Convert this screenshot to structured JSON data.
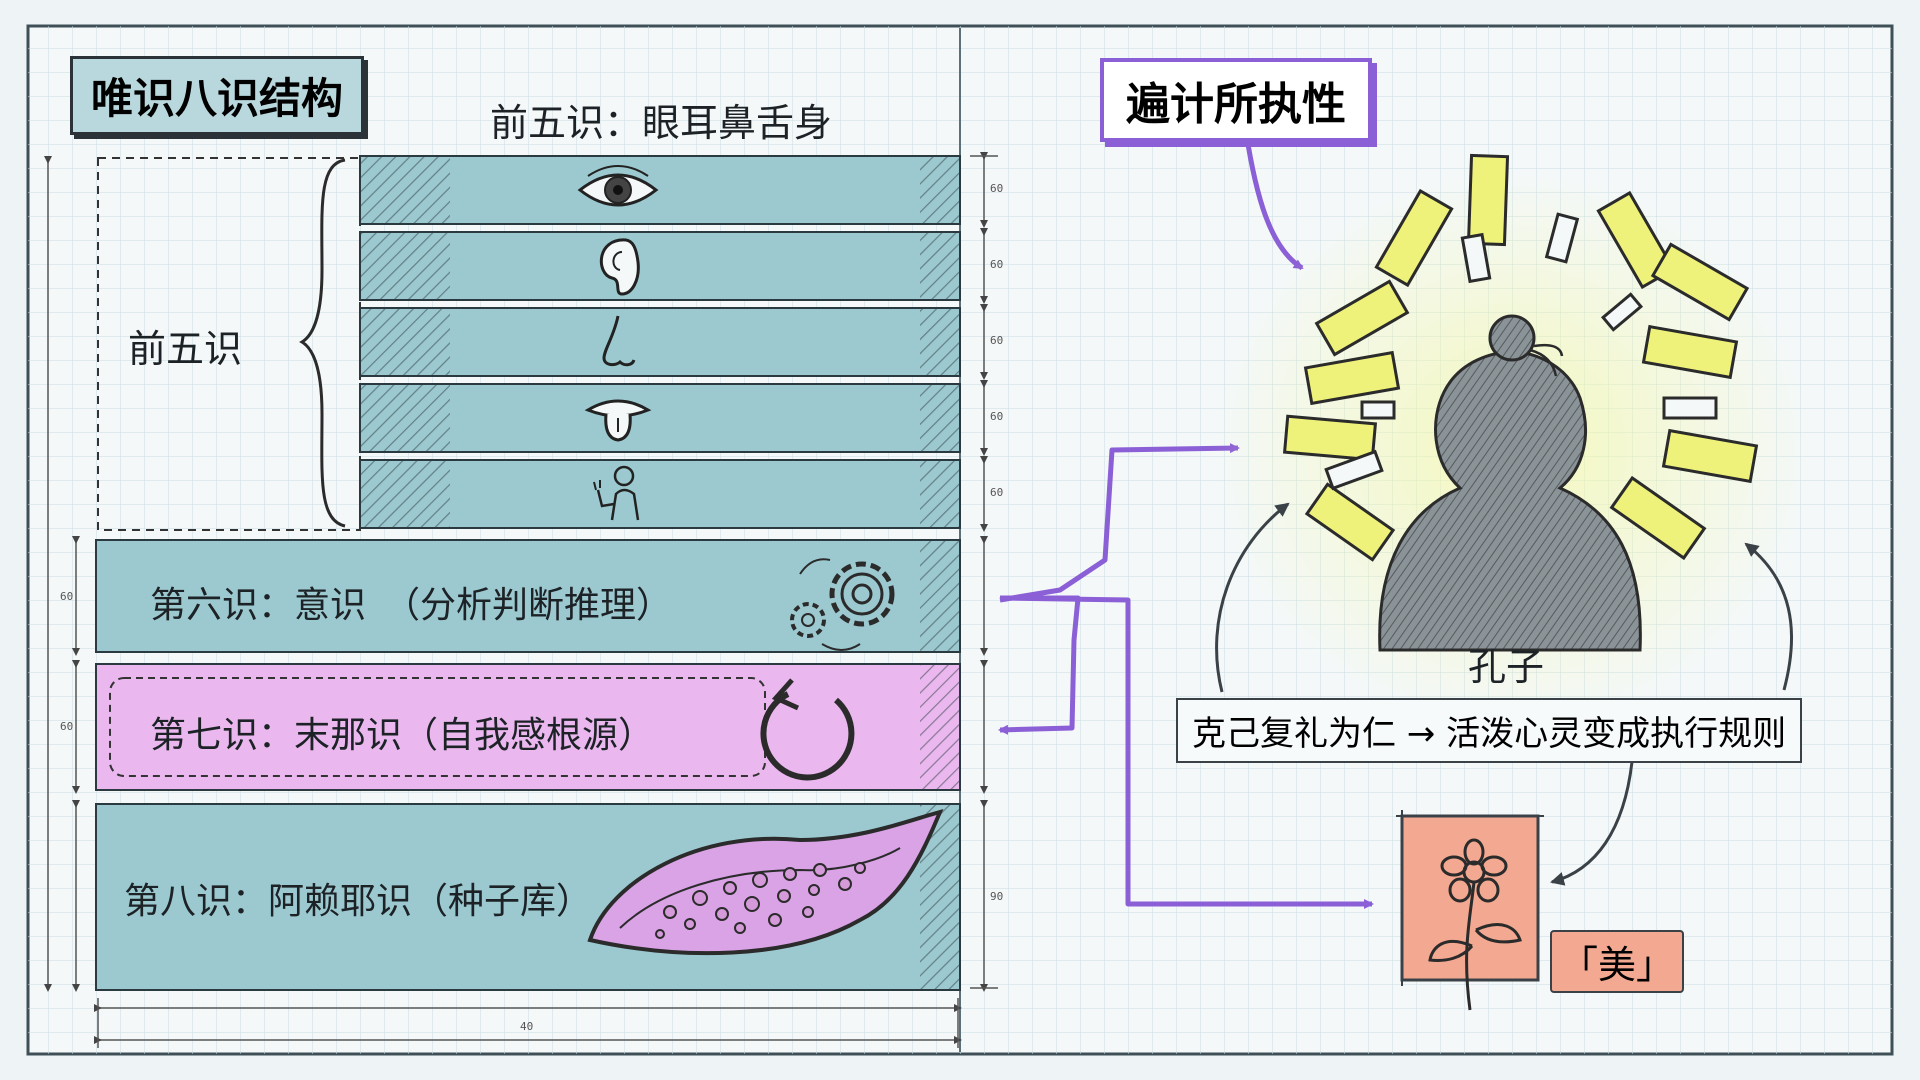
{
  "left_title": "唯识八识结构",
  "five_header": "前五识：眼耳鼻舌身",
  "five_group_label": "前五识",
  "five_rows": [
    {
      "sense": "眼",
      "icon": "eye-icon"
    },
    {
      "sense": "耳",
      "icon": "ear-icon"
    },
    {
      "sense": "鼻",
      "icon": "nose-icon"
    },
    {
      "sense": "舌",
      "icon": "tongue-icon"
    },
    {
      "sense": "身",
      "icon": "body-touch-icon"
    }
  ],
  "sixth": {
    "label": "第六识：意识　（分析判断推理）",
    "icon": "gears-icon"
  },
  "seventh": {
    "label": "第七识：末那识（自我感根源）",
    "icon": "cycle-arrow-icon"
  },
  "eighth": {
    "label": "第八识：阿赖耶识（种子库）",
    "icon": "seed-pod-icon"
  },
  "right_title": "遍计所执性",
  "figure_label": "孔子",
  "caption": "克己复礼为仁 → 活泼心灵变成执行规则",
  "beauty_label": "「美」",
  "dim_bottom": "40",
  "dim_right": [
    "60",
    "60",
    "60",
    "60",
    "60"
  ],
  "dim_right_eighth": "90",
  "dim_left": [
    "60",
    "60"
  ],
  "colors": {
    "teal": "#9cc9d0",
    "pink": "#eab8ee",
    "purple": "#8b5fd6",
    "yellow": "#eef27a",
    "orange": "#f3a891",
    "grid": "#c9dde3"
  }
}
